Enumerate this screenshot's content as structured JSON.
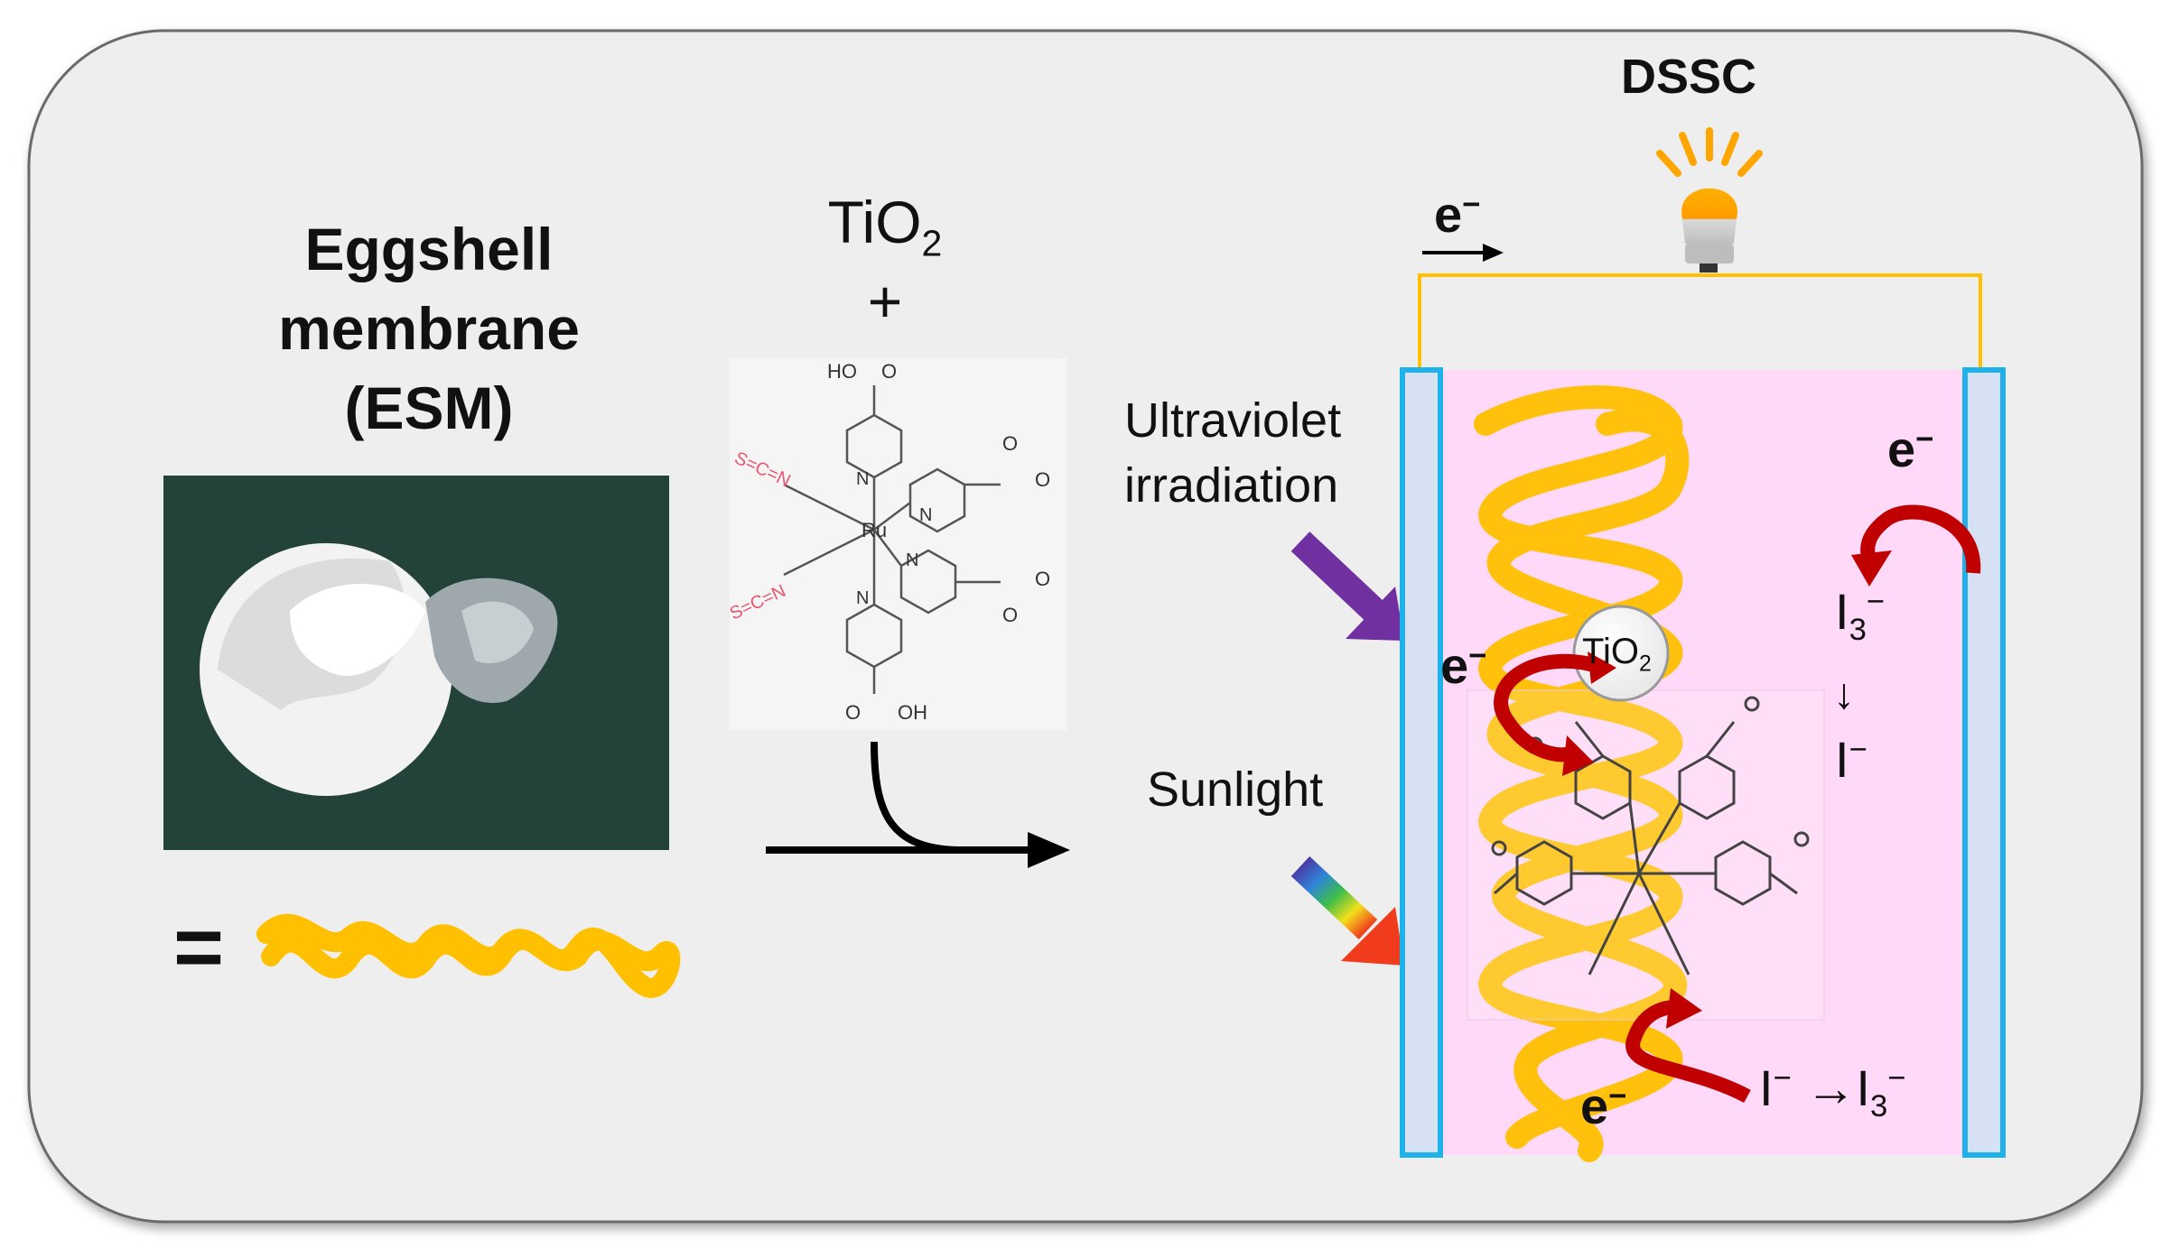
{
  "title_left": {
    "line1": "Eggshell",
    "line2": "membrane",
    "line3": "(ESM)"
  },
  "equals_sign": "=",
  "reagent": {
    "formula": "TiO",
    "formula_sub": "2",
    "plus": "+"
  },
  "dye": {
    "ho": "HO",
    "o": "O",
    "oh": "OH",
    "ru": "Ru",
    "n": "N",
    "scn": "S=C=N",
    "o_minus": "O"
  },
  "labels": {
    "uv_line1": "Ultraviolet",
    "uv_line2": "irradiation",
    "sunlight": "Sunlight",
    "dssc": "DSSC"
  },
  "cell": {
    "e_top": "e",
    "e_top_sup": "−",
    "e_right": "e",
    "e_right_sup": "−",
    "i3_right": "I",
    "i3_right_sub": "3",
    "i3_right_sup": "−",
    "arrow_down": "↓",
    "i_right": "I",
    "i_right_sup": "−",
    "e_left": "e",
    "e_left_sup": "−",
    "tio2": "TiO",
    "tio2_sub": "2",
    "e_bottom": "e",
    "e_bottom_sup": "−",
    "reaction_i": "I",
    "reaction_i_sup": "−",
    "reaction_arrow": " →",
    "reaction_i3": "I",
    "reaction_i3_sub": "3",
    "reaction_i3_sup": "−"
  },
  "colors": {
    "panel_bg": "#eeeeee",
    "helix": "#ffc000",
    "electrolyte": "#ffd9f7",
    "electrode_border": "#1fb2ea",
    "electrode_fill": "#d6e2f4",
    "red_arrow": "#c00000",
    "uv_arrow": "#7030a0",
    "wire": "#ffc000"
  }
}
